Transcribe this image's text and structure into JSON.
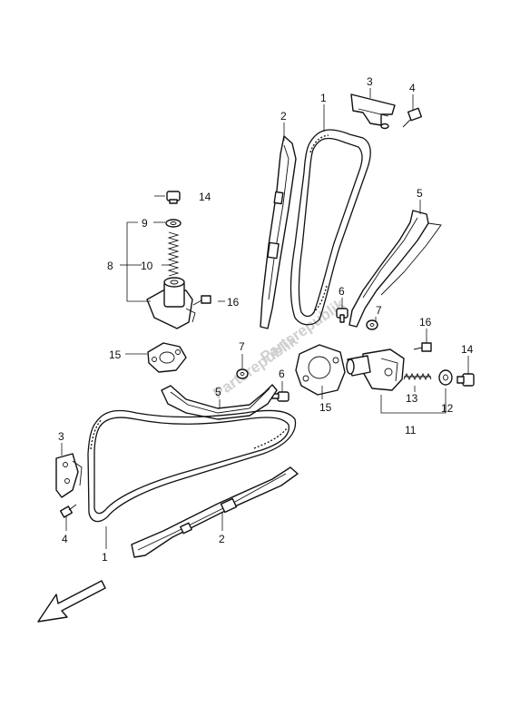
{
  "diagram": {
    "watermark": "Partsrepublik",
    "labels": {
      "l1_top": "1",
      "l1_bottom": "1",
      "l2_top": "2",
      "l2_bottom": "2",
      "l3_top": "3",
      "l3_left": "3",
      "l4_top": "4",
      "l4_left": "4",
      "l5_right": "5",
      "l5_mid": "5",
      "l6_right": "6",
      "l6_mid": "6",
      "l7_right": "7",
      "l7_mid": "7",
      "l8": "8",
      "l9": "9",
      "l10": "10",
      "l11": "11",
      "l12": "12",
      "l13": "13",
      "l14_left": "14",
      "l14_right": "14",
      "l15_left": "15",
      "l15_right": "15",
      "l16_left": "16",
      "l16_right": "16"
    }
  }
}
